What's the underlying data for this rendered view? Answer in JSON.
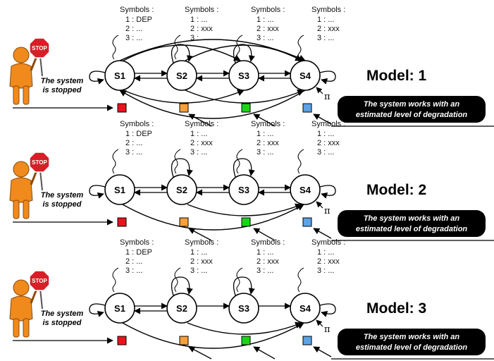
{
  "models": [
    {
      "title": "Model: 1",
      "pi": "π",
      "stopped_text": [
        "The system",
        "is stopped"
      ],
      "degradation_text": [
        "The system works with an",
        "estimated level of degradation"
      ],
      "stop_sign": "STOP",
      "states": [
        {
          "label": "S1",
          "symbols_header": "Symbols :",
          "symbols": [
            "1 : DEP",
            "2 : ...",
            "3 : ..."
          ]
        },
        {
          "label": "S2",
          "symbols_header": "Symbols :",
          "symbols": [
            "1 : ...",
            "2 : xxx",
            "3 : ..."
          ]
        },
        {
          "label": "S3",
          "symbols_header": "Symbols :",
          "symbols": [
            "1 : ...",
            "2 : xxx",
            "3 : ..."
          ]
        },
        {
          "label": "S4",
          "symbols_header": "Symbols :",
          "symbols": [
            "1 : ...",
            "2 : xxx",
            "3 : ..."
          ]
        }
      ]
    },
    {
      "title": "Model: 2",
      "pi": "π",
      "stopped_text": [
        "The system",
        "is stopped"
      ],
      "degradation_text": [
        "The system works with an",
        "estimated level of degradation"
      ],
      "stop_sign": "STOP",
      "states": [
        {
          "label": "S1",
          "symbols_header": "Symbols :",
          "symbols": [
            "1 : DEP",
            "2 : ...",
            "3 : ..."
          ]
        },
        {
          "label": "S2",
          "symbols_header": "Symbols :",
          "symbols": [
            "1 : ...",
            "2 : xxx",
            "3 : ..."
          ]
        },
        {
          "label": "S3",
          "symbols_header": "Symbols :",
          "symbols": [
            "1 : ...",
            "2 : xxx",
            "3 : ..."
          ]
        },
        {
          "label": "S4",
          "symbols_header": "Symbols :",
          "symbols": [
            "1 : ...",
            "2 : xxx",
            "3 : ..."
          ]
        }
      ]
    },
    {
      "title": "Model: 3",
      "pi": "π",
      "stopped_text": [
        "The system",
        "is stopped"
      ],
      "degradation_text": [
        "The system works with an",
        "estimated level of degradation"
      ],
      "stop_sign": "STOP",
      "states": [
        {
          "label": "S1",
          "symbols_header": "Symbols :",
          "symbols": [
            "1 : DEP",
            "2 : ...",
            "3 : ..."
          ]
        },
        {
          "label": "S2",
          "symbols_header": "Symbols :",
          "symbols": [
            "1 : ...",
            "2 : xxx",
            "3 : ..."
          ]
        },
        {
          "label": "S3",
          "symbols_header": "Symbols :",
          "symbols": [
            "1 : ...",
            "2 : xxx",
            "3 : ..."
          ]
        },
        {
          "label": "S4",
          "symbols_header": "Symbols :",
          "symbols": [
            "1 : ...",
            "2 : xxx",
            "3 : ..."
          ]
        }
      ]
    }
  ],
  "colors": {
    "square_s1": "#e8141c",
    "square_s2": "#f7a039",
    "square_s3": "#1ad41a",
    "square_s4": "#5aa3e6",
    "stop_sign": "#d61f26",
    "figure_body": "#f08a1c",
    "badge_bg": "#000000",
    "badge_text": "#ffffff"
  },
  "icons": [
    "stop-sign-person-icon",
    "wavy-emission-icon"
  ]
}
